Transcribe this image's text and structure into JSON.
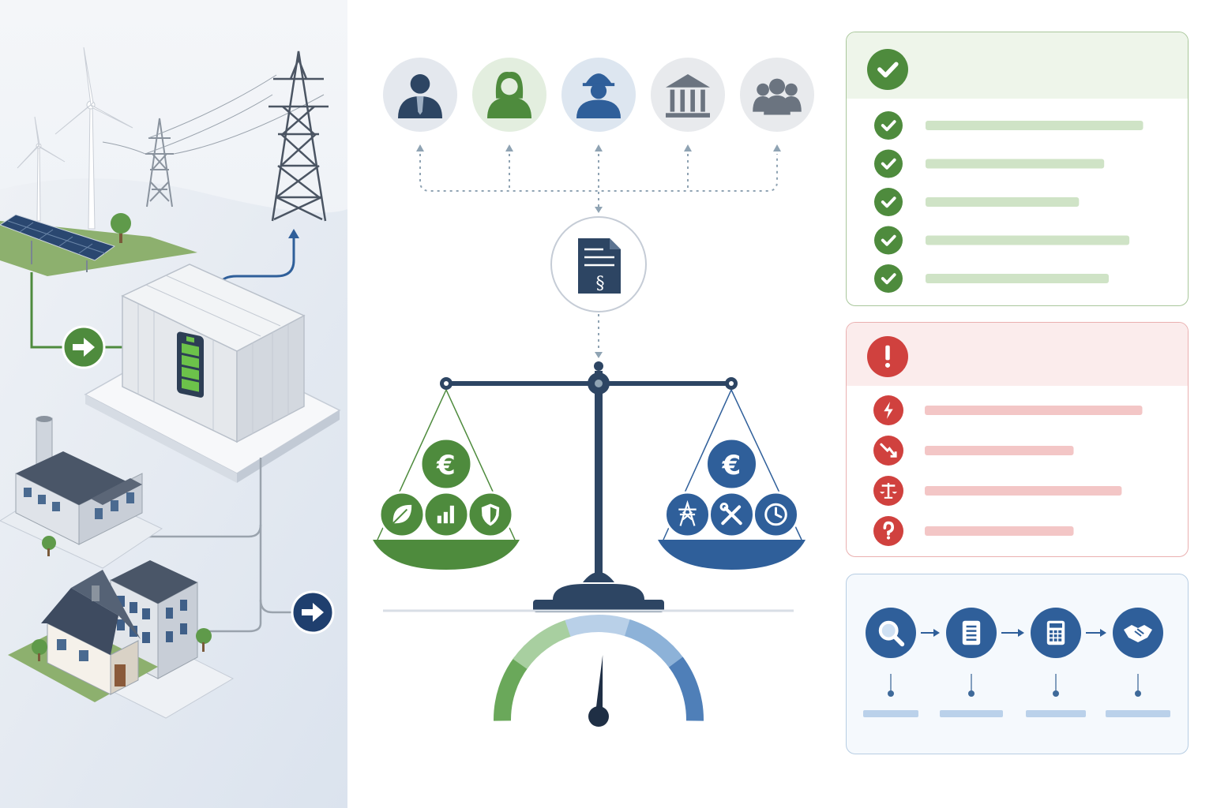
{
  "colors": {
    "green": "#4e8b3d",
    "blue": "#2f5f9a",
    "navy": "#2d4563",
    "red": "#d0413e",
    "grey": "#6b7480",
    "light_green_bar": "#cfe3c6",
    "light_red_bar": "#f3c6c6",
    "light_blue_bar": "#bad1ea"
  },
  "scene": {
    "icons": [
      "wind-turbine-icon",
      "solar-panel-icon",
      "transmission-tower-icon",
      "battery-container-icon",
      "factory-icon",
      "house-icon",
      "office-building-icon",
      "arrow-right-icon"
    ]
  },
  "stakeholders": [
    {
      "icon": "businessman-icon",
      "bg": "#e4e8ee",
      "fg": "#2d4563"
    },
    {
      "icon": "woman-icon",
      "bg": "#e3eedf",
      "fg": "#4e8b3d"
    },
    {
      "icon": "engineer-helmet-icon",
      "bg": "#dde6f0",
      "fg": "#2f5f9a"
    },
    {
      "icon": "government-building-icon",
      "bg": "#e8eaed",
      "fg": "#6b7480"
    },
    {
      "icon": "group-icon",
      "bg": "#e8eaed",
      "fg": "#6b7480"
    }
  ],
  "document": {
    "symbol": "§",
    "icon": "legal-document-icon"
  },
  "scale": {
    "left_pan": {
      "top_icon": "euro-icon",
      "icons": [
        "leaf-icon",
        "bar-chart-icon",
        "shield-icon"
      ],
      "color": "#4e8b3d"
    },
    "right_pan": {
      "top_icon": "euro-icon",
      "icons": [
        "transmission-tower-icon",
        "tools-icon",
        "clock-icon"
      ],
      "color": "#2f5f9a"
    },
    "euro_symbol": "€"
  },
  "gauge": {
    "value_fraction": 0.52,
    "segments": [
      "#6aa85a",
      "#a8cfa0",
      "#b9d0e8",
      "#8db2d8",
      "#4f7fb8"
    ]
  },
  "benefits": {
    "header_icon": "check-circle-icon",
    "items": [
      {
        "icon": "check-icon",
        "bar_fraction": 0.95
      },
      {
        "icon": "check-icon",
        "bar_fraction": 0.78
      },
      {
        "icon": "check-icon",
        "bar_fraction": 0.67
      },
      {
        "icon": "check-icon",
        "bar_fraction": 0.89
      },
      {
        "icon": "check-icon",
        "bar_fraction": 0.8
      }
    ]
  },
  "risks": {
    "header_icon": "exclamation-icon",
    "items": [
      {
        "icon": "lightning-icon",
        "bar_fraction": 0.95
      },
      {
        "icon": "declining-chart-icon",
        "bar_fraction": 0.65
      },
      {
        "icon": "balance-scale-icon",
        "bar_fraction": 0.86
      },
      {
        "icon": "question-icon",
        "bar_fraction": 0.65
      }
    ]
  },
  "process": {
    "steps": [
      {
        "icon": "search-icon"
      },
      {
        "icon": "document-icon"
      },
      {
        "icon": "calculator-icon"
      },
      {
        "icon": "handshake-icon"
      }
    ]
  }
}
